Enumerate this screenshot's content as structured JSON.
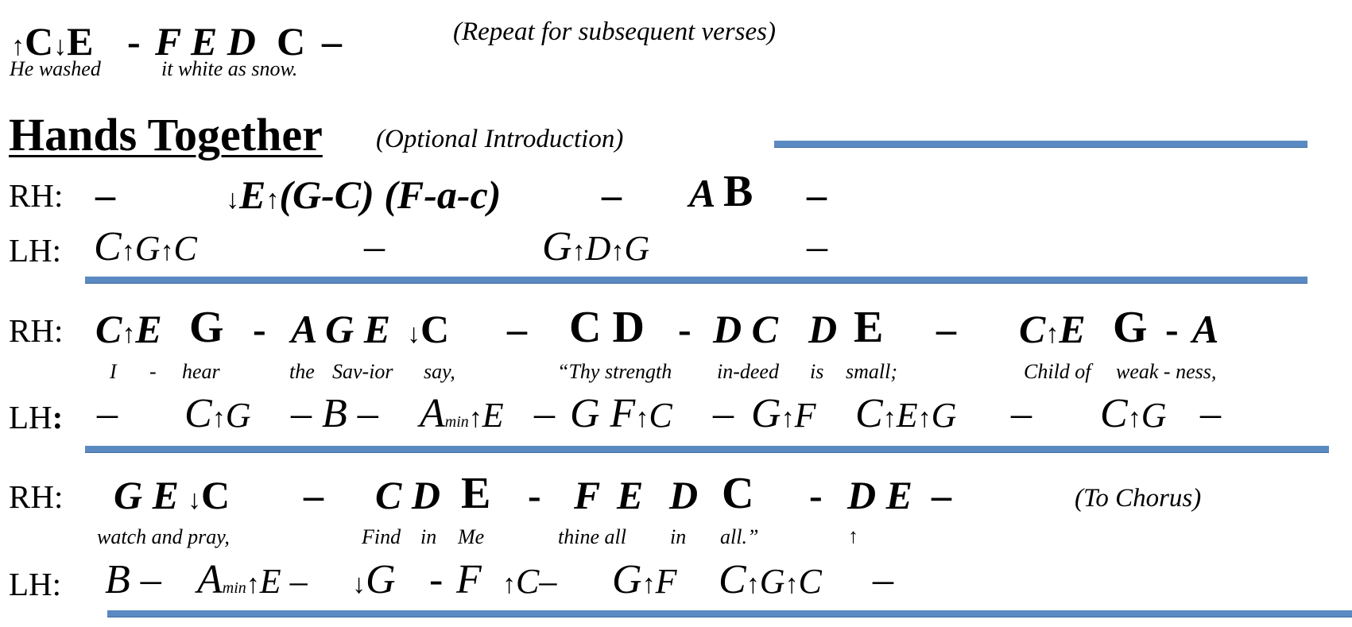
{
  "top": {
    "notes": [
      "↑",
      "C",
      "↓",
      "E",
      "-",
      "F E D",
      "C",
      "–"
    ],
    "repeat_note": "(Repeat for subsequent verses)",
    "lyrics": [
      "He washed",
      "it white as snow."
    ]
  },
  "section": {
    "title": "Hands Together",
    "subtitle": "(Optional Introduction)"
  },
  "labels": {
    "rh": "RH:",
    "lh": "LH:",
    "lh_bold": "LH"
  },
  "intro": {
    "rh": [
      "–",
      "↓",
      "E",
      "↑",
      "(G-C) (F-a-c)",
      "–",
      "A",
      "B",
      "–"
    ],
    "lh": [
      "C",
      "↑",
      "G",
      "↑",
      "C",
      "–",
      "G",
      "↑",
      "D",
      "↑",
      "G",
      "–"
    ]
  },
  "verse1": {
    "rh": [
      "C",
      "↑",
      "E",
      "G",
      "-",
      "A G E",
      "↓",
      "C",
      "–",
      "C D",
      "-",
      "D C",
      "D",
      "E",
      "–",
      "C",
      "↑",
      "E",
      "G",
      "-",
      "A"
    ],
    "lyrics": [
      "I",
      "-",
      "hear",
      "the",
      "Sav-ior",
      "say,",
      "“Thy strength",
      "in-deed",
      "is",
      "small;",
      "Child of",
      "weak - ness,"
    ],
    "lh": [
      "–",
      "C",
      "↑",
      "G",
      "– B –",
      "A",
      "min",
      "↑",
      "E",
      "–",
      "G F",
      "↑",
      "C",
      "–",
      "G",
      "↑",
      "F",
      "C",
      "↑",
      "E",
      "↑",
      "G",
      "–",
      "C",
      "↑",
      "G",
      "–"
    ]
  },
  "verse2": {
    "rh": [
      "G E",
      "↓",
      "C",
      "–",
      "C D",
      "E",
      "-",
      "F",
      "E",
      "D",
      "C",
      "-",
      "D E",
      "–"
    ],
    "to_chorus": "(To Chorus)",
    "lyrics": [
      "watch and pray,",
      "Find",
      "in",
      "Me",
      "thine all",
      "in",
      "all.”",
      "↑"
    ],
    "lh": [
      "B –",
      "A",
      "min",
      "↑",
      "E –",
      "↓",
      "G",
      "-",
      "F",
      "↑",
      "C–",
      "G",
      "↑",
      "F",
      "C",
      "↑",
      "G",
      "↑",
      "C",
      "–"
    ]
  },
  "colors": {
    "rule": "#5b8ac2",
    "text": "#000000"
  }
}
